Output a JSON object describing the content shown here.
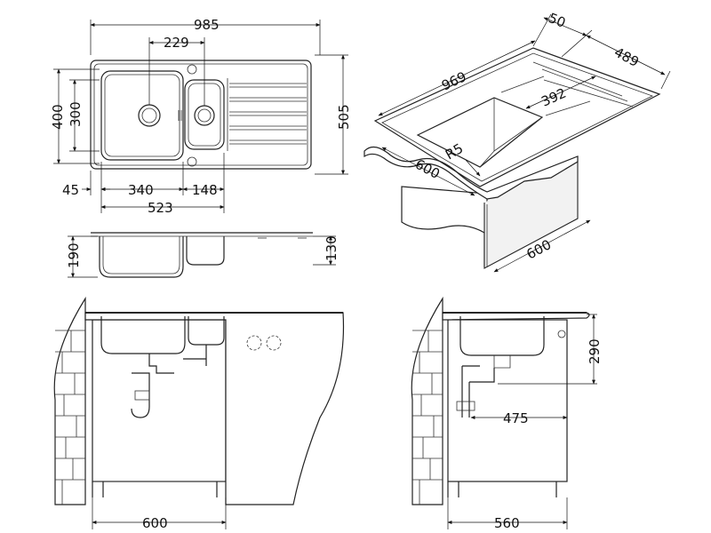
{
  "top_view": {
    "width_total": "985",
    "bowl_center_gap": "229",
    "height_total": "505",
    "height_400": "400",
    "height_300": "300",
    "offset_45": "45",
    "bowl_width": "340",
    "small_bowl_width": "148",
    "span_523": "523"
  },
  "side_view": {
    "depth_190": "190",
    "depth_130": "130"
  },
  "iso_view": {
    "width_50": "50",
    "depth_489": "489",
    "length_969": "969",
    "drain_392": "392",
    "radius": "R5",
    "cabinet_600_front": "600",
    "cabinet_600_side": "600"
  },
  "front_install": {
    "cabinet_width": "600"
  },
  "side_install": {
    "height_290": "290",
    "width_475": "475",
    "cabinet_depth": "560"
  }
}
